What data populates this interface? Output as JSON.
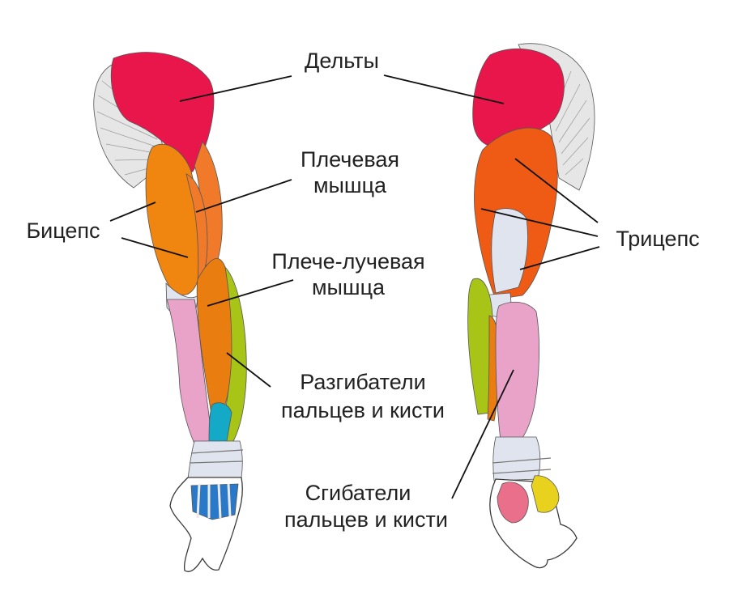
{
  "labels": {
    "deltoid": "Дельты",
    "brachialis_1": "Плечевая",
    "brachialis_2": "мышца",
    "biceps": "Бицепс",
    "brachioradialis_1": "Плече-лучевая",
    "brachioradialis_2": "мышца",
    "triceps": "Трицепс",
    "extensors_1": "Разгибатели",
    "extensors_2": "пальцев и кисти",
    "flexors_1": "Сгибатели",
    "flexors_2": "пальцев и кисти"
  },
  "colors": {
    "deltoid": "#e8164a",
    "biceps": "#f0860f",
    "brachialis": "#f07a2a",
    "triceps": "#ef5a14",
    "brachioradialis": "#ea7d10",
    "extensors_green": "#a8c417",
    "flexors_pink": "#e9a3c8",
    "extensors_teal": "#14a9c6",
    "hand_blue": "#2a78c8",
    "wrist_yellow": "#e8d21e",
    "tendon": "#dfe4ee",
    "skin_outline": "#3a3a3a",
    "muscle_gray": "#e4e4e4",
    "leader_line": "#111111"
  }
}
